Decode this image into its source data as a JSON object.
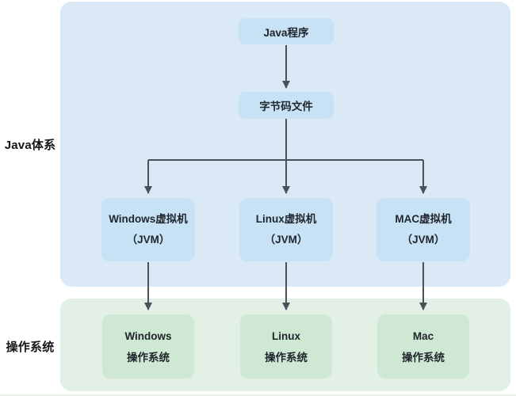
{
  "colors": {
    "java_panel": "#dbe9f7",
    "os_panel": "#e3f0e6",
    "blue_box": "#c8e2f5",
    "green_box": "#cfe8d3",
    "arrow": "#4b5158",
    "text": "#20262e",
    "label": "#14161a"
  },
  "sections": {
    "java_label": "Java体系",
    "os_label": "操作系统"
  },
  "nodes": {
    "java_program": "Java程序",
    "bytecode": "字节码文件",
    "jvms": [
      {
        "line1": "Windows虚拟机",
        "line2": "（JVM）"
      },
      {
        "line1": "Linux虚拟机",
        "line2": "（JVM）"
      },
      {
        "line1": "MAC虚拟机",
        "line2": "（JVM）"
      }
    ],
    "oses": [
      {
        "line1": "Windows",
        "line2": "操作系统"
      },
      {
        "line1": "Linux",
        "line2": "操作系统"
      },
      {
        "line1": "Mac",
        "line2": "操作系统"
      }
    ]
  }
}
